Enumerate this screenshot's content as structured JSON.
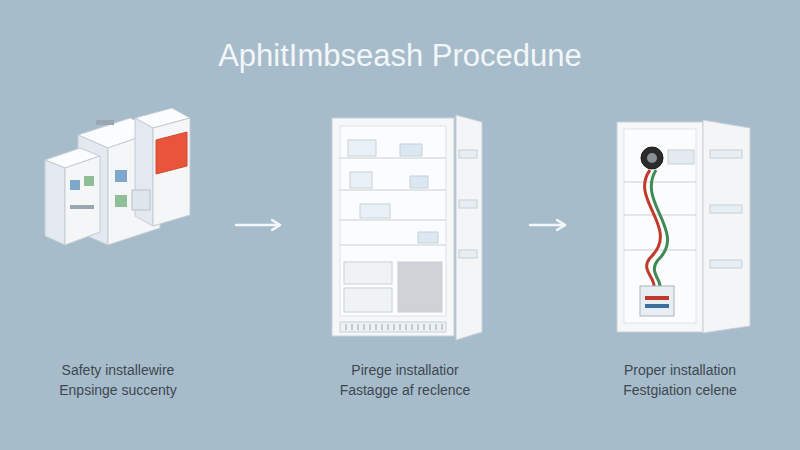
{
  "diagram": {
    "title": "AphitImbseash Procedune",
    "nodes": [
      {
        "text": [
          "Safety installewire",
          "Enpsinge succenty"
        ]
      },
      {
        "text": [
          "Pirege installatior",
          "Fastagge af reclence"
        ]
      },
      {
        "text": [
          "Proper installation",
          "Festgiation celene"
        ]
      }
    ],
    "edges": [
      {
        "from": 0,
        "to": 1,
        "arrow": "to"
      },
      {
        "from": 1,
        "to": 2,
        "arrow": "to"
      }
    ]
  }
}
